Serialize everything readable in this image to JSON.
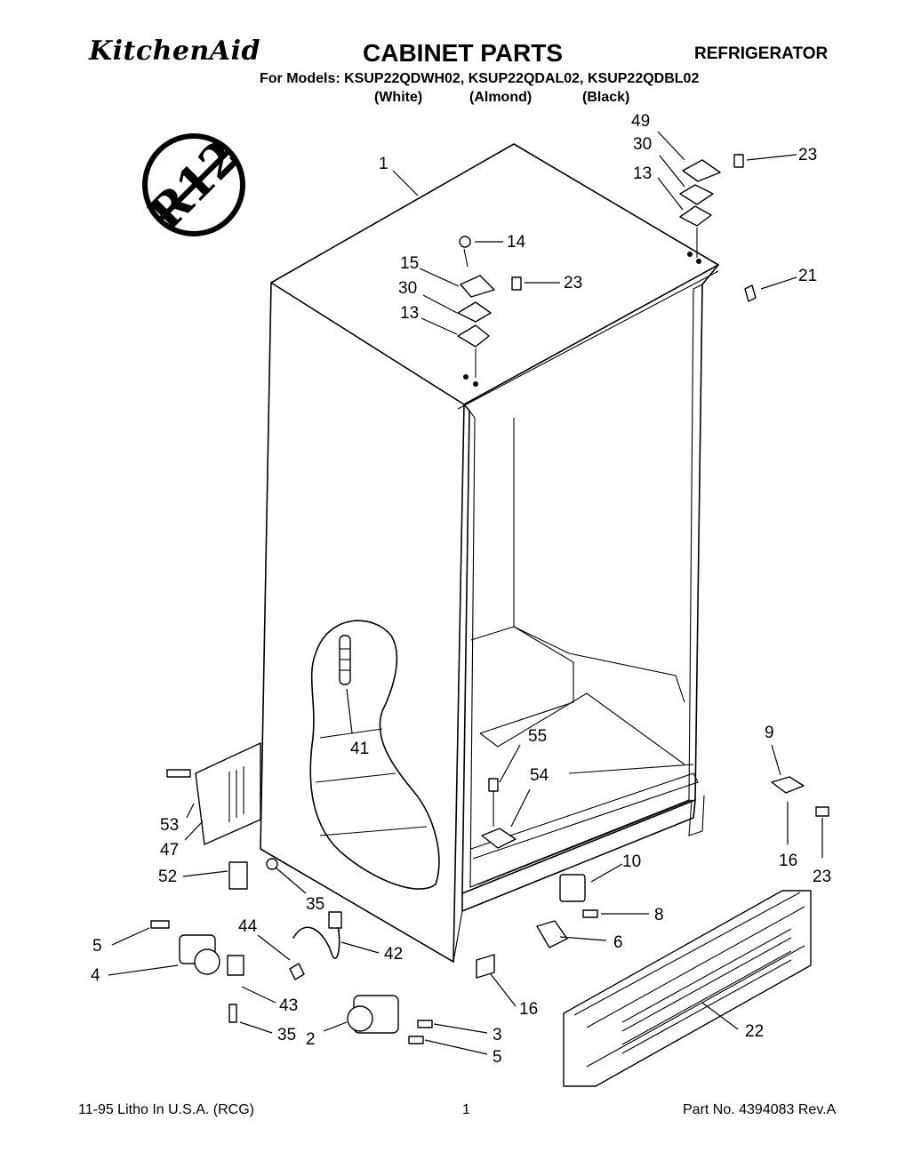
{
  "header": {
    "brand": "KitchenAid",
    "title": "CABINET PARTS",
    "category": "REFRIGERATOR",
    "models": "For Models: KSUP22QDWH02, KSUP22QDAL02, KSUP22QDBL02",
    "colors": [
      "(White)",
      "(Almond)",
      "(Black)"
    ]
  },
  "badge": {
    "text": "R12"
  },
  "callouts": [
    {
      "id": "c-1",
      "label": "1"
    },
    {
      "id": "c-49",
      "label": "49"
    },
    {
      "id": "c-30a",
      "label": "30"
    },
    {
      "id": "c-13a",
      "label": "13"
    },
    {
      "id": "c-23a",
      "label": "23"
    },
    {
      "id": "c-14",
      "label": "14"
    },
    {
      "id": "c-15",
      "label": "15"
    },
    {
      "id": "c-30b",
      "label": "30"
    },
    {
      "id": "c-13b",
      "label": "13"
    },
    {
      "id": "c-23b",
      "label": "23"
    },
    {
      "id": "c-21",
      "label": "21"
    },
    {
      "id": "c-41",
      "label": "41"
    },
    {
      "id": "c-55",
      "label": "55"
    },
    {
      "id": "c-54",
      "label": "54"
    },
    {
      "id": "c-9",
      "label": "9"
    },
    {
      "id": "c-16a",
      "label": "16"
    },
    {
      "id": "c-23c",
      "label": "23"
    },
    {
      "id": "c-53",
      "label": "53"
    },
    {
      "id": "c-47",
      "label": "47"
    },
    {
      "id": "c-52",
      "label": "52"
    },
    {
      "id": "c-35a",
      "label": "35"
    },
    {
      "id": "c-10",
      "label": "10"
    },
    {
      "id": "c-8",
      "label": "8"
    },
    {
      "id": "c-6",
      "label": "6"
    },
    {
      "id": "c-5a",
      "label": "5"
    },
    {
      "id": "c-44",
      "label": "44"
    },
    {
      "id": "c-42",
      "label": "42"
    },
    {
      "id": "c-4",
      "label": "4"
    },
    {
      "id": "c-43",
      "label": "43"
    },
    {
      "id": "c-16b",
      "label": "16"
    },
    {
      "id": "c-22",
      "label": "22"
    },
    {
      "id": "c-35b",
      "label": "35"
    },
    {
      "id": "c-2",
      "label": "2"
    },
    {
      "id": "c-3",
      "label": "3"
    },
    {
      "id": "c-5b",
      "label": "5"
    }
  ],
  "footer": {
    "left": "11-95 Litho In U.S.A. (RCG)",
    "page": "1",
    "part": "Part No. 4394083 Rev.A"
  }
}
